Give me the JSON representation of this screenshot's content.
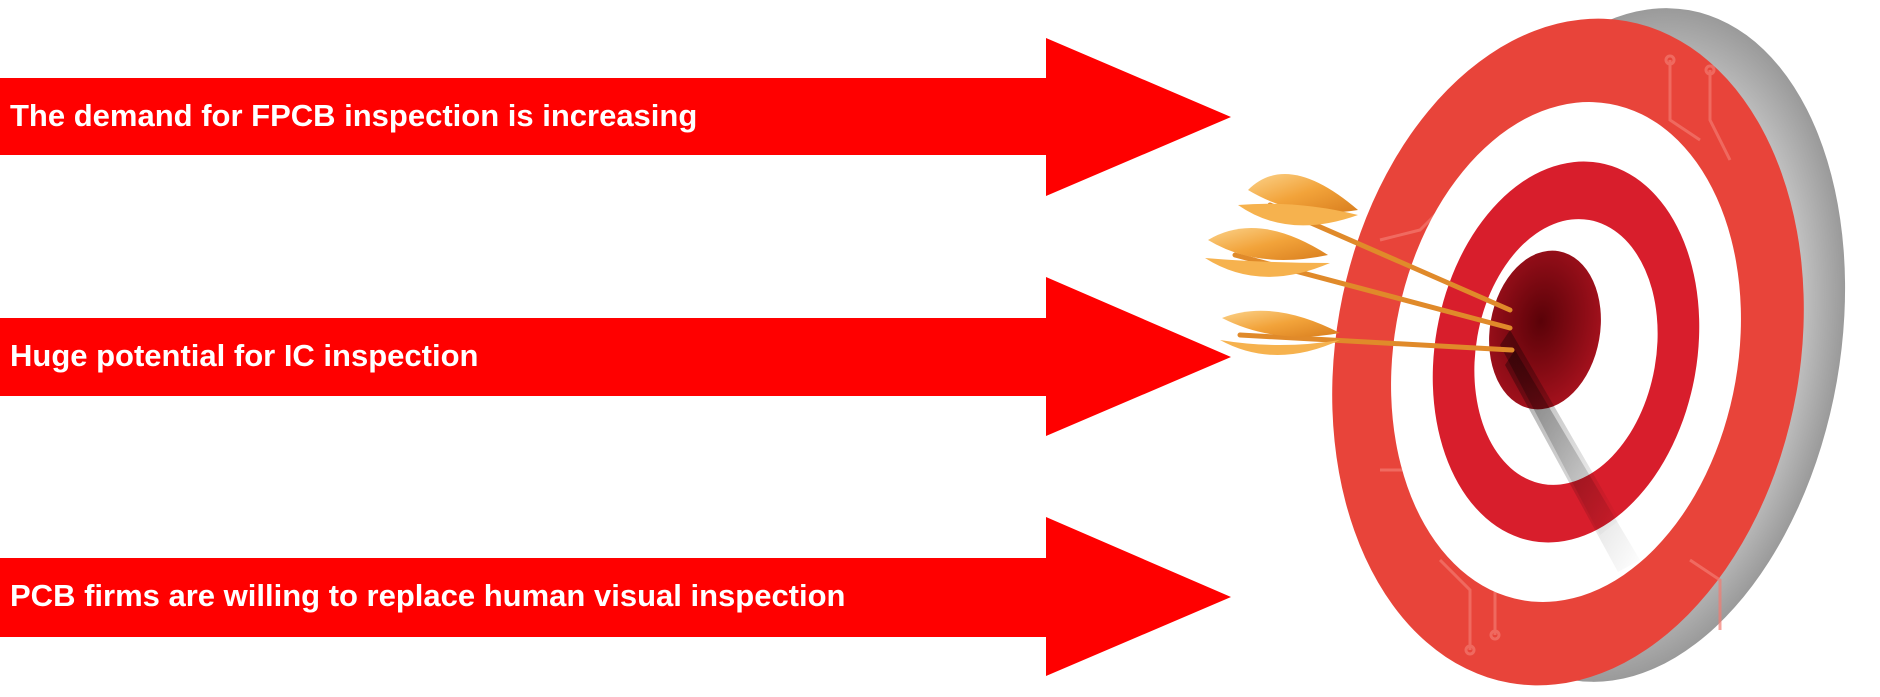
{
  "diagram": {
    "arrows": [
      {
        "label": "The demand for FPCB inspection is increasing"
      },
      {
        "label": "Huge potential for IC inspection"
      },
      {
        "label": "PCB firms are willing to replace human visual inspection"
      }
    ],
    "colors": {
      "arrow": "#ff0000",
      "label_text": "#ffffff",
      "target_red": "#e8443a",
      "target_dark_red": "#d81e2c",
      "target_white": "#ffffff",
      "bullseye": "#8e0d16",
      "target_side": "#c2c2c2",
      "fletching": "#f2a33a",
      "shaft": "#e08a2a"
    },
    "icons": [
      "target-icon",
      "dart-icon"
    ]
  }
}
